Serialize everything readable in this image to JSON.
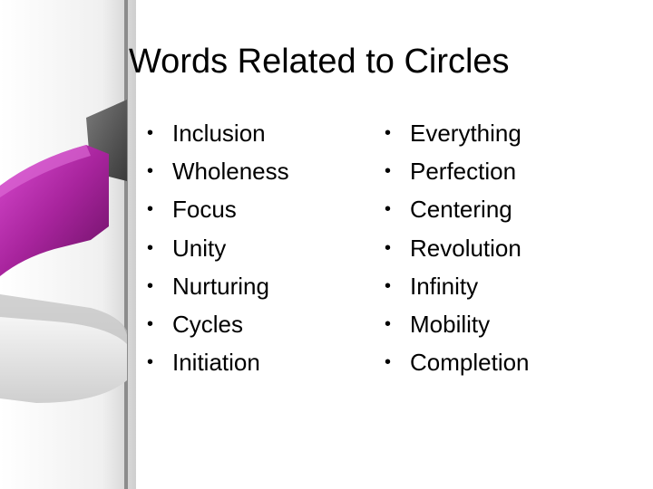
{
  "slide": {
    "title": "Words Related to Circles",
    "left_column": [
      "Inclusion",
      "Wholeness",
      "Focus",
      "Unity",
      "Nurturing",
      "Cycles",
      "Initiation"
    ],
    "right_column": [
      "Everything",
      "Perfection",
      "Centering",
      "Revolution",
      "Infinity",
      "Mobility",
      "Completion"
    ],
    "bullet": "•"
  },
  "colors": {
    "accent_magenta": "#a8249d",
    "dark_gray": "#5a5a5a",
    "light_gray": "#d9d9d9",
    "text": "#000000"
  }
}
